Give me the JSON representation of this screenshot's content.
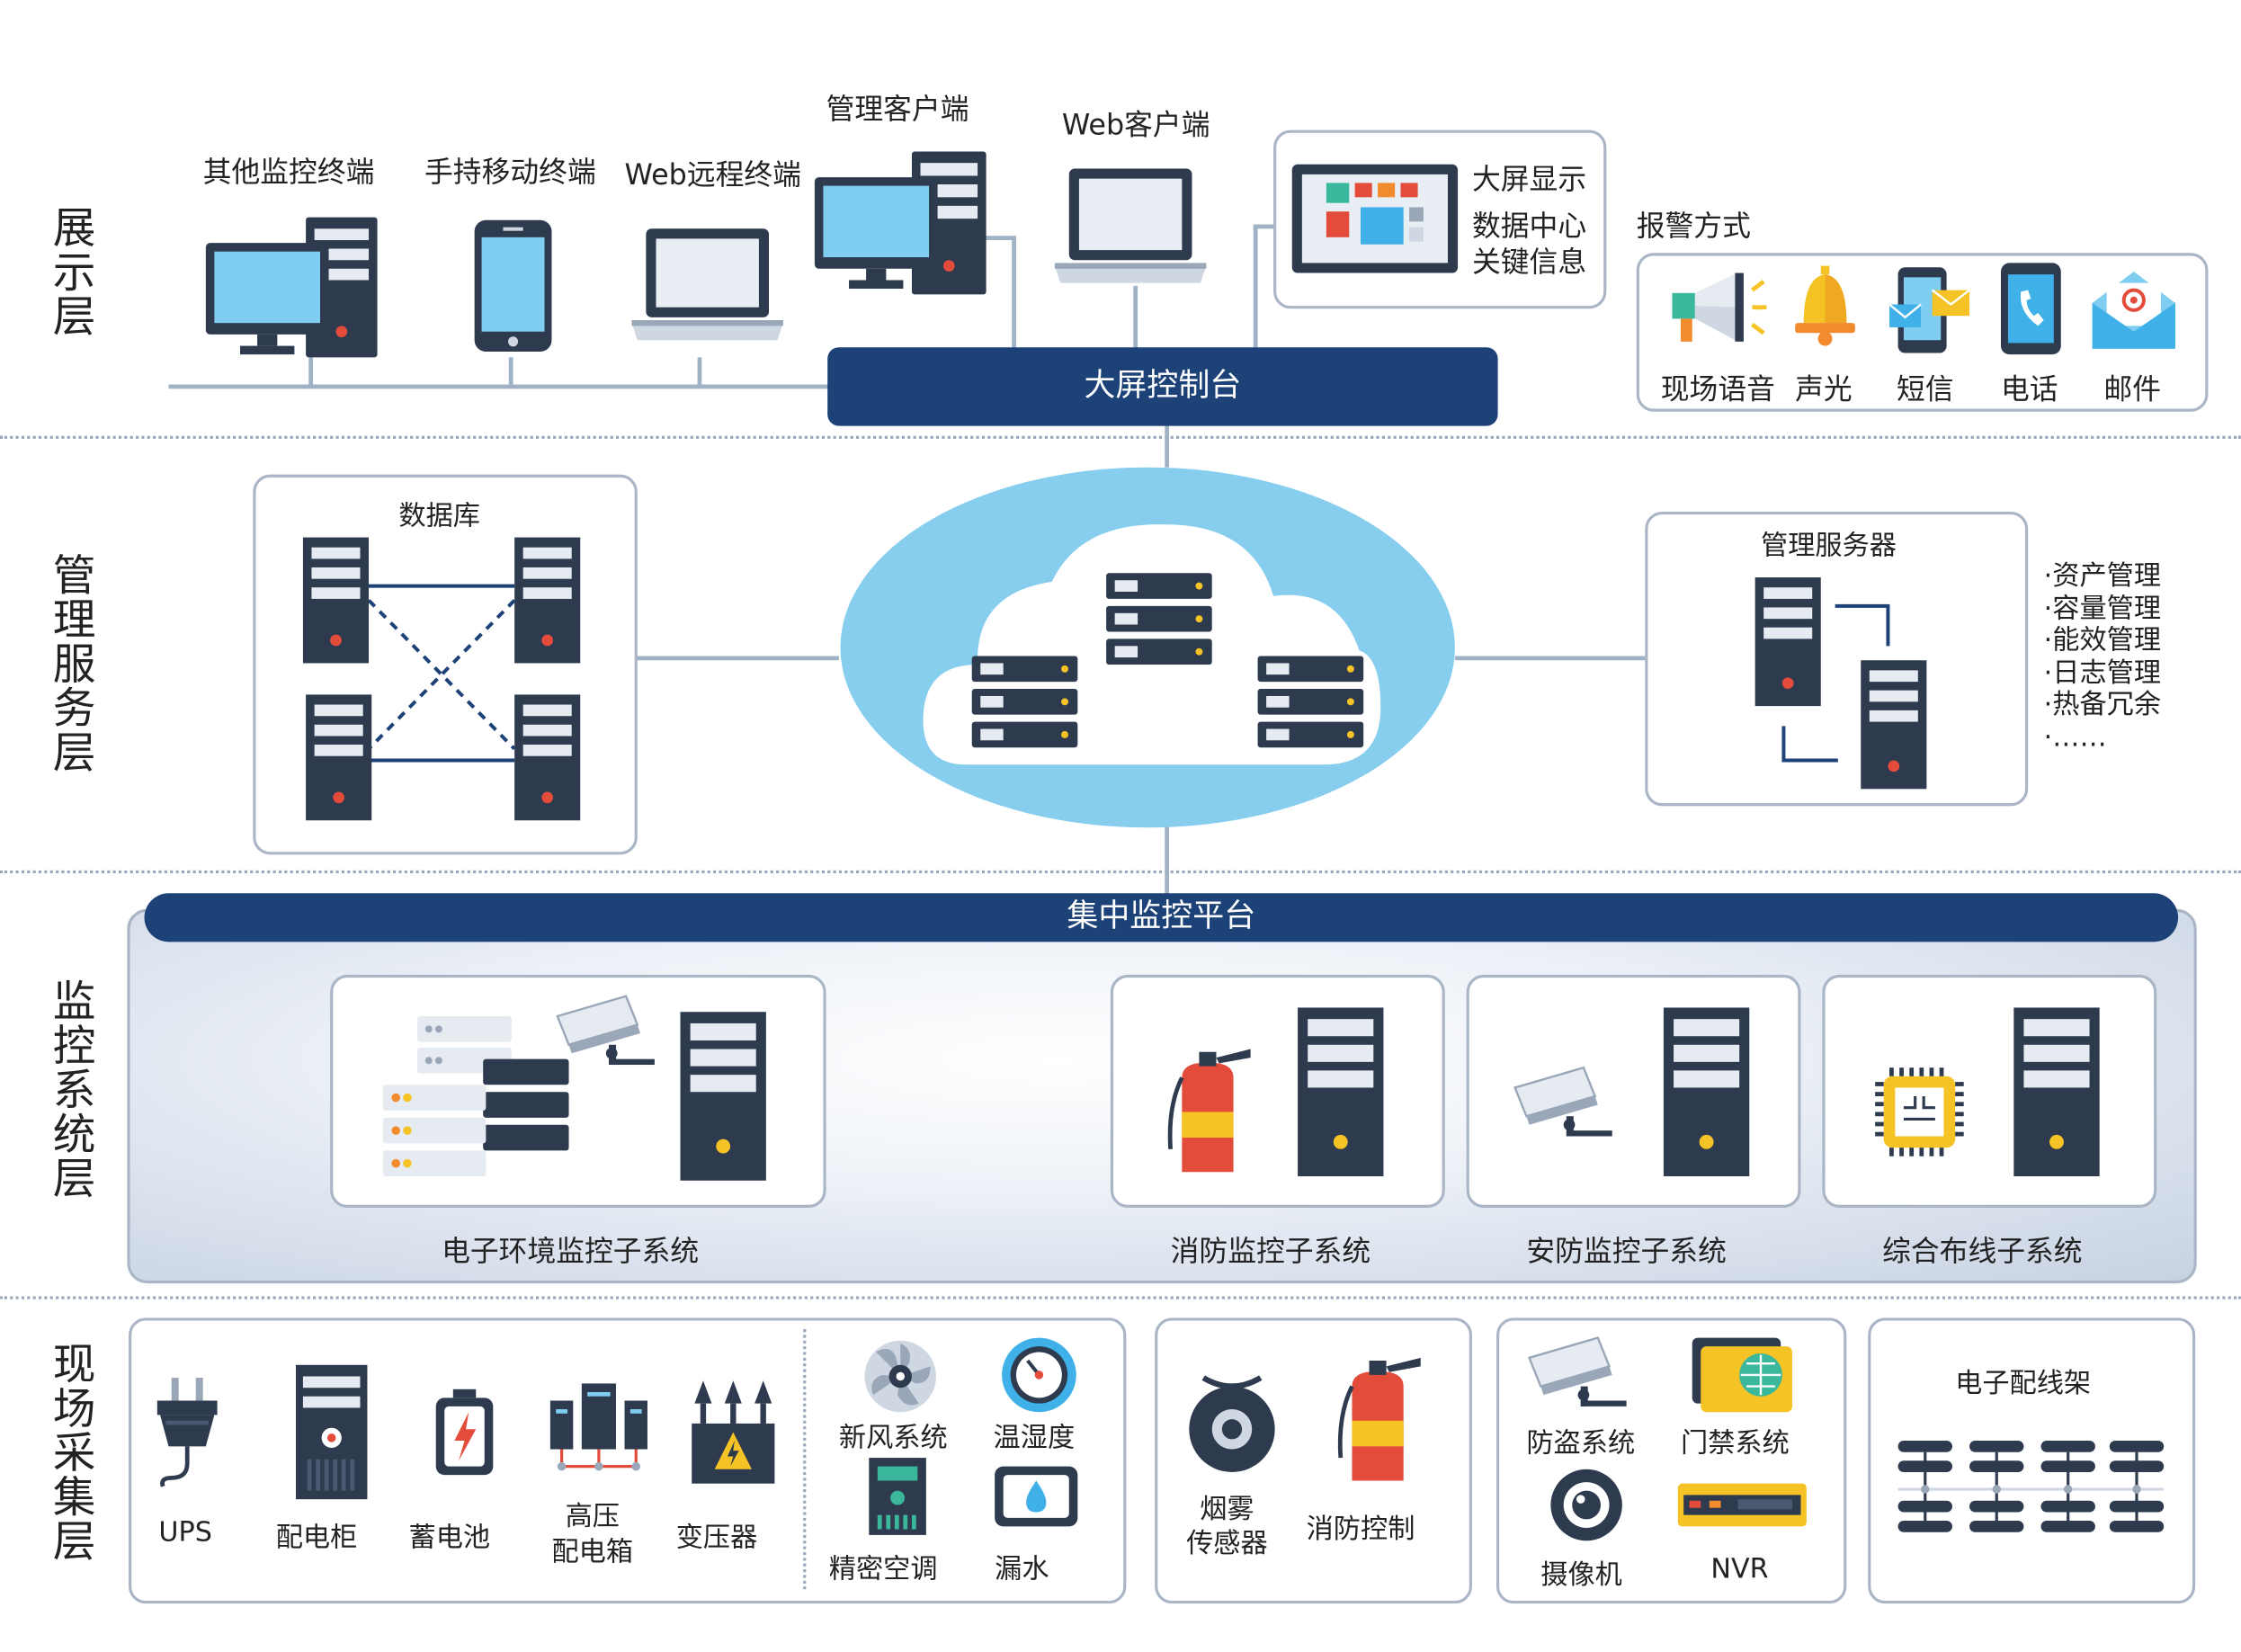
{
  "layers": {
    "display": "展示层",
    "management": "管理服务层",
    "monitoring": "监控系统层",
    "field": "现场采集层"
  },
  "display": {
    "terminals": {
      "other": "其他监控终端",
      "mobile": "手持移动终端",
      "web_remote": "Web远程终端",
      "admin_client": "管理客户端",
      "web_client": "Web客户端"
    },
    "big_screen": {
      "line1": "大屏显示",
      "line2": "数据中心",
      "line3": "关键信息"
    },
    "console": "大屏控制台",
    "alarm": {
      "title": "报警方式",
      "items": [
        "现场语音",
        "声光",
        "短信",
        "电话",
        "邮件"
      ]
    }
  },
  "management": {
    "database": "数据库",
    "server": "管理服务器",
    "functions": [
      "·资产管理",
      "·容量管理",
      "·能效管理",
      "·日志管理",
      "·热备冗余",
      "·……"
    ]
  },
  "monitoring": {
    "platform": "集中监控平台",
    "subsystems": [
      "电子环境监控子系统",
      "消防监控子系统",
      "安防监控子系统",
      "综合布线子系统"
    ]
  },
  "field": {
    "power": [
      "UPS",
      "配电柜",
      "蓄电池",
      "高压\n配电箱",
      "变压器"
    ],
    "env": [
      "新风系统",
      "温湿度",
      "精密空调",
      "漏水"
    ],
    "fire": [
      "烟雾\n传感器",
      "消防控制"
    ],
    "security": [
      "防盗系统",
      "门禁系统",
      "摄像机",
      "NVR"
    ],
    "cabling": "电子配线架"
  },
  "colors": {
    "navy": "#1d4278",
    "server_dark": "#2e3a4e",
    "screen_blue": "#7fcdf0",
    "cloud_blue": "#86cdee",
    "red_dot": "#e34b3b",
    "yellow_dot": "#f5c325",
    "line_gray": "#9fb2c6"
  }
}
